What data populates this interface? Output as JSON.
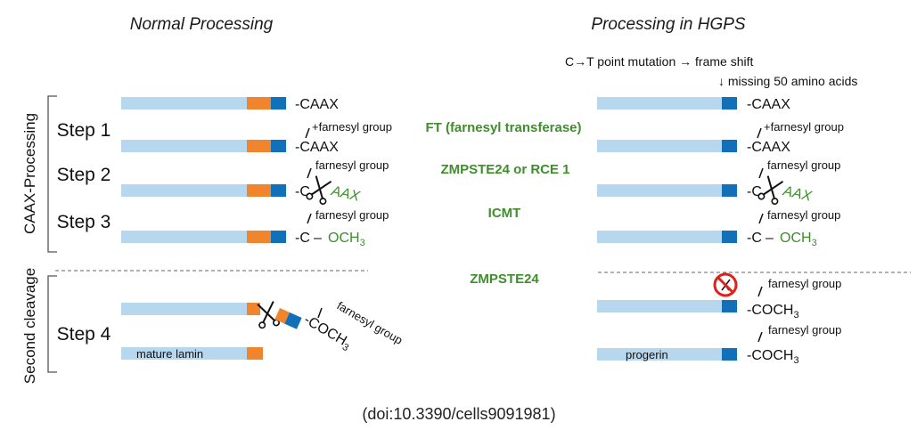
{
  "headings": {
    "normal": "Normal Processing",
    "hgps": "Processing in HGPS"
  },
  "side_labels": {
    "caax_processing": "CAAX-Processing",
    "second_cleavage": "Second cleavage"
  },
  "steps": [
    "Step 1",
    "Step 2",
    "Step 3",
    "Step 4"
  ],
  "enzymes": {
    "ft": "FT (farnesyl transferase)",
    "zmpste24_rce1": "ZMPSTE24 or RCE 1",
    "icmt": "ICMT",
    "zmpste24": "ZMPSTE24"
  },
  "labels": {
    "caax": "-CAAX",
    "plus_farnesyl": "+farnesyl group",
    "farnesyl_group": "farnesyl group",
    "c_prefix": "-C",
    "aax": "AAX",
    "dash": "–",
    "och3": "OCH",
    "sub3": "3",
    "cooch3": "-COCH",
    "mature_lamin": "mature lamin",
    "progerin": "progerin"
  },
  "mutation_note": {
    "line1": "C→T point mutation → frame shift",
    "line2": "↓ missing 50 amino acids"
  },
  "icons": [
    "scissors-icon",
    "prohibited-scissors-icon"
  ],
  "colors": {
    "lamin_bar": "#b7d7ee",
    "segment_orange": "#f0852d",
    "segment_blue": "#1270b9",
    "enzyme_green": "#3e8e2c",
    "prohibit_red": "#e0201b"
  },
  "citation": "(doi:10.3390/cells9091981)"
}
